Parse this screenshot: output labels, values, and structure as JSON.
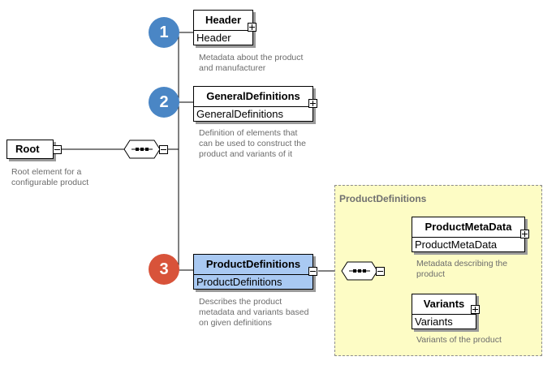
{
  "root": {
    "name": "Root",
    "description": "Root element for a configurable product"
  },
  "elements": [
    {
      "badge": "1",
      "name": "Header",
      "type": "Header",
      "description": "Metadata about the product and manufacturer"
    },
    {
      "badge": "2",
      "name": "GeneralDefinitions",
      "type": "GeneralDefinitions",
      "description": "Definition of elements that can be used to construct the product and variants of it"
    },
    {
      "badge": "3",
      "name": "ProductDefinitions",
      "type": "ProductDefinitions",
      "description": "Describes the product metadata and variants based on given definitions"
    }
  ],
  "group": {
    "title": "ProductDefinitions",
    "children": [
      {
        "name": "ProductMetaData",
        "type": "ProductMetaData",
        "description": "Metadata describing the product"
      },
      {
        "name": "Variants",
        "type": "Variants",
        "description": "Variants of the product"
      }
    ]
  },
  "colors": {
    "badge_blue": "#4a86c5",
    "badge_red": "#d8533a",
    "selected": "#a9c9f2",
    "group_bg": "#fdfcc5"
  },
  "icons": [
    "plus-icon",
    "minus-icon",
    "sequence-icon"
  ]
}
